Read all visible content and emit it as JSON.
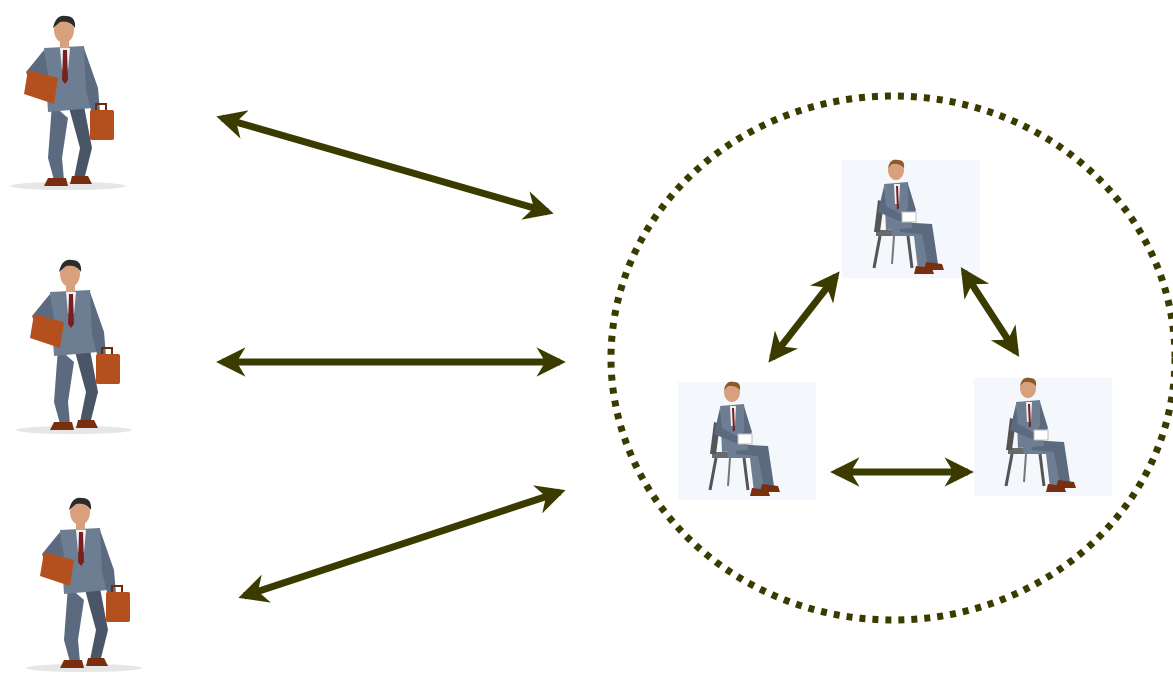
{
  "colors": {
    "arrow": "#3b3b00",
    "circle": "#3b3b00",
    "suit": "#6e7e92",
    "suit_dark": "#4a5668",
    "skin": "#d8a07c",
    "hair": "#2b2b2b",
    "tie": "#7a1f1f",
    "briefcase": "#b4501e",
    "shoe": "#7a2e10",
    "chair": "#555555",
    "panel": "#f4f7fb"
  },
  "figures": {
    "standing": [
      "businessman-with-briefcase",
      "businessman-with-briefcase",
      "businessman-with-briefcase"
    ],
    "seated": [
      "seated-businessman",
      "seated-businessman",
      "seated-businessman"
    ]
  },
  "arrows": {
    "external_count": 3,
    "internal_count": 3,
    "style": "double-headed"
  },
  "group_boundary": "dotted-circle"
}
